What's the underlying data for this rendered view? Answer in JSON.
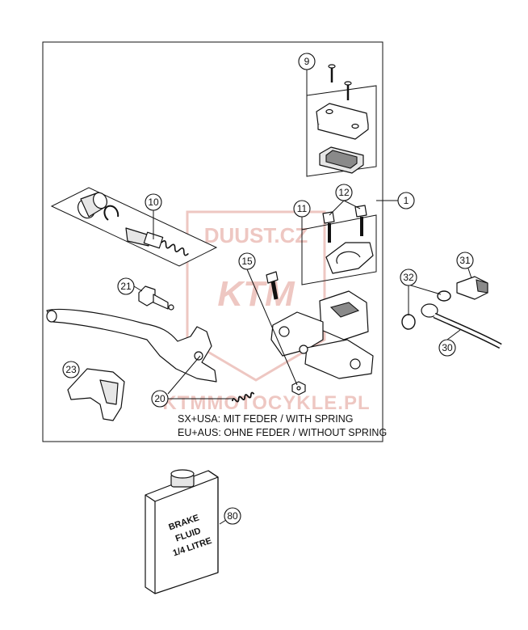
{
  "watermark": {
    "brand": "DUUST.CZ",
    "logo": "KTM",
    "url": "KTMMOTOCYKLE.PL",
    "color": "#e9b5ae"
  },
  "callouts": [
    {
      "id": "c1",
      "label": "1"
    },
    {
      "id": "c9",
      "label": "9"
    },
    {
      "id": "c10",
      "label": "10"
    },
    {
      "id": "c11",
      "label": "11"
    },
    {
      "id": "c12",
      "label": "12"
    },
    {
      "id": "c15",
      "label": "15"
    },
    {
      "id": "c20",
      "label": "20"
    },
    {
      "id": "c21",
      "label": "21"
    },
    {
      "id": "c23",
      "label": "23"
    },
    {
      "id": "c30",
      "label": "30"
    },
    {
      "id": "c31",
      "label": "31"
    },
    {
      "id": "c32",
      "label": "32"
    },
    {
      "id": "c80",
      "label": "80"
    }
  ],
  "notes": {
    "line1": "SX+USA:  MIT FEDER / WITH SPRING",
    "line2": "EU+AUS:  OHNE FEDER / WITHOUT SPRING"
  },
  "bottle": {
    "line1": "BRAKE",
    "line2": "FLUID",
    "line3": "1/4 LITRE"
  }
}
